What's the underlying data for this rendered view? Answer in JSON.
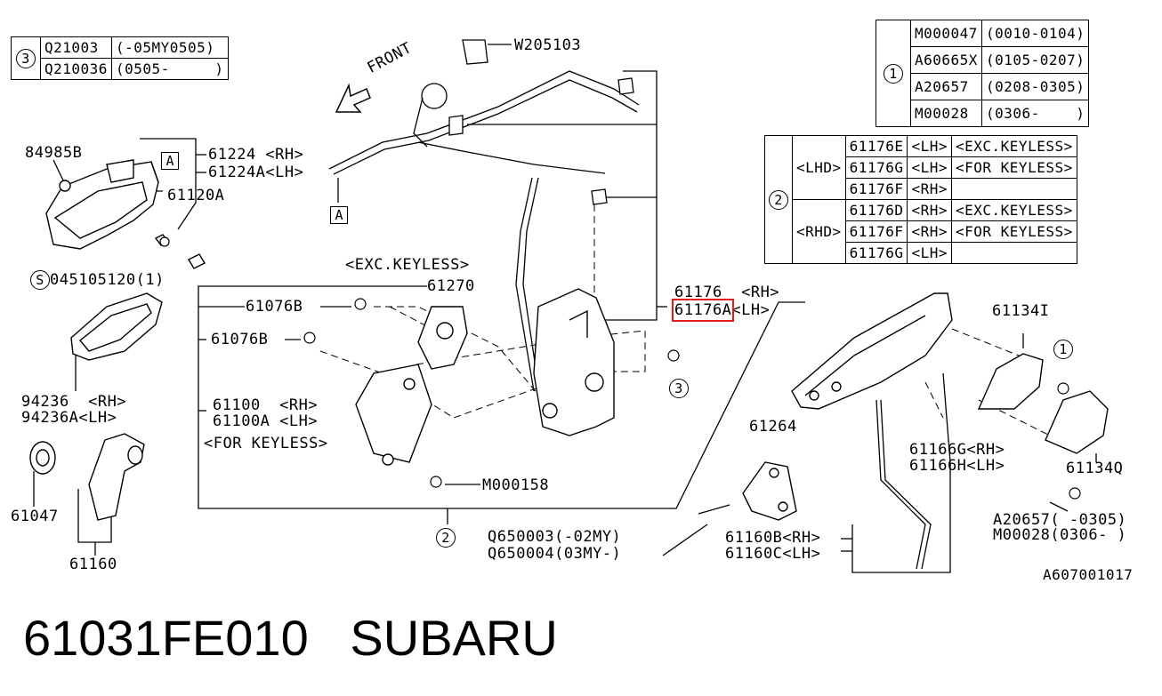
{
  "caption": {
    "part_number": "61031FE010",
    "brand": "SUBARU"
  },
  "diagram_id": "A607001017",
  "front_label": "FRONT",
  "table3": {
    "mark": "3",
    "rows": [
      {
        "part": "Q21003",
        "range": "(-05MY0505)"
      },
      {
        "part": "Q210036",
        "range": "(0505-     )"
      }
    ]
  },
  "table1": {
    "mark": "1",
    "rows": [
      {
        "part": "M000047",
        "range": "(0010-0104)"
      },
      {
        "part": "A60665X",
        "range": "(0105-0207)"
      },
      {
        "part": "A20657",
        "range": "(0208-0305)"
      },
      {
        "part": "M00028",
        "range": "(0306-    )"
      }
    ]
  },
  "table2": {
    "mark": "2",
    "lhd": {
      "group": "<LHD>",
      "rows": [
        {
          "part": "61176E",
          "side": "<LH>",
          "note": "<EXC.KEYLESS>"
        },
        {
          "part": "61176G",
          "side": "<LH>",
          "note": "<FOR KEYLESS>"
        },
        {
          "part": "61176F",
          "side": "<RH>",
          "note": ""
        }
      ]
    },
    "rhd": {
      "group": "<RHD>",
      "rows": [
        {
          "part": "61176D",
          "side": "<RH>",
          "note": "<EXC.KEYLESS>"
        },
        {
          "part": "61176F",
          "side": "<RH>",
          "note": "<FOR KEYLESS>"
        },
        {
          "part": "61176G",
          "side": "<LH>",
          "note": ""
        }
      ]
    }
  },
  "labels": {
    "w205103": "W205103",
    "p84985b": "84985B",
    "p61224": "61224 <RH>",
    "p61224a": "61224A<LH>",
    "p61120a": "61120A",
    "boxA": "A",
    "screw_mark": "S",
    "screw": "045105120(1)",
    "exc_keyless": "<EXC.KEYLESS>",
    "p61270": "61270",
    "p61076b_1": "61076B",
    "p61076b_2": "61076B",
    "p61100": "61100  <RH>",
    "p61100a": "61100A <LH>",
    "for_keyless": "<FOR KEYLESS>",
    "m000158": "M000158",
    "p61176": "61176  <RH>",
    "p61176a": "61176A",
    "p61176a_side": "<LH>",
    "p94236": "94236  <RH>",
    "p94236a": "94236A<LH>",
    "p61047": "61047",
    "p61160": "61160",
    "ref2": "2",
    "ref3": "3",
    "ref1": "1",
    "q650003": "Q650003(-02MY)",
    "q650004": "Q650004(03MY-)",
    "p61264": "61264",
    "p61160b": "61160B<RH>",
    "p61160c": "61160C<LH>",
    "p61134i": "61134I",
    "p61166g": "61166G<RH>",
    "p61166h": "61166H<LH>",
    "p61134q": "61134Q",
    "a20657": "A20657( -0305)",
    "m00028": "M00028(0306- )"
  },
  "highlight_color": "#e21c1c"
}
